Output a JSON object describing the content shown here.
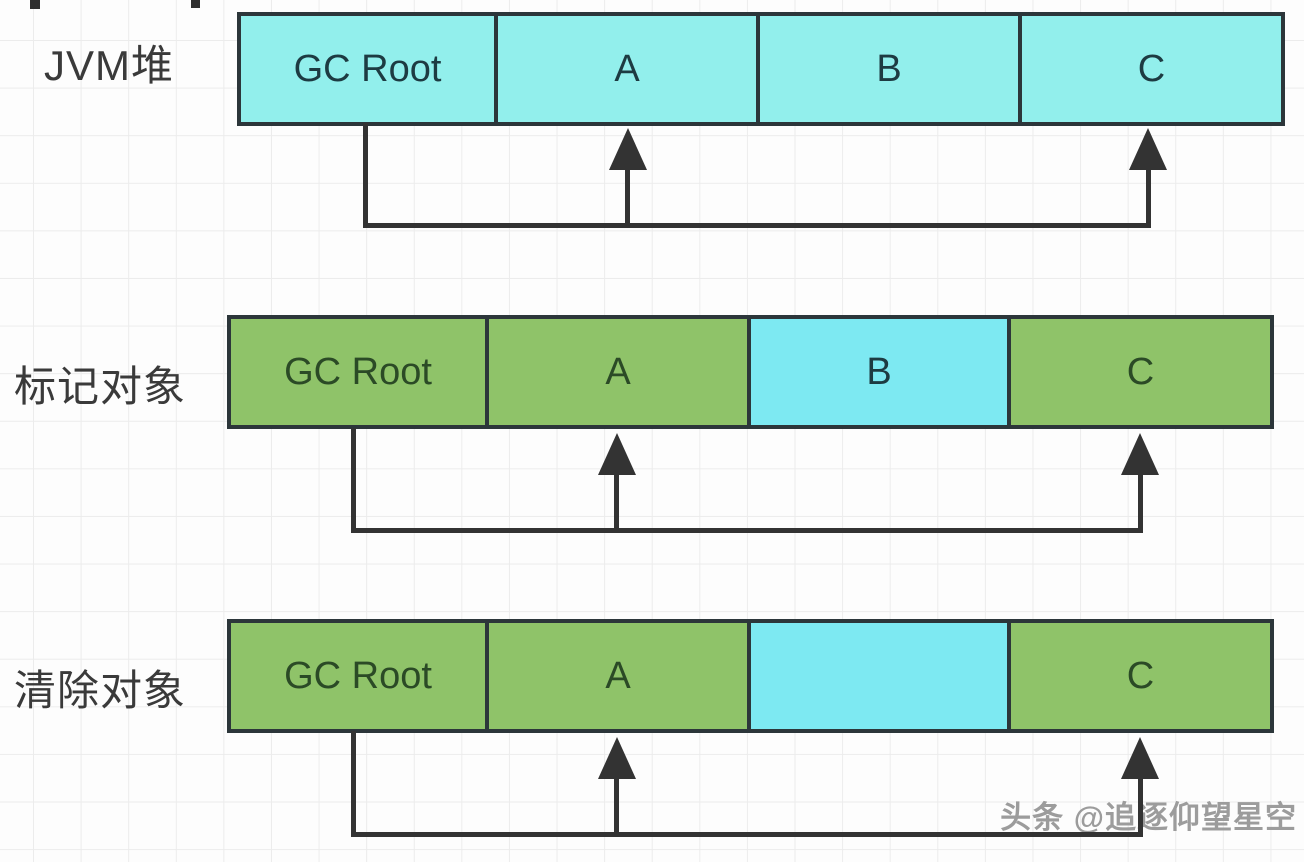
{
  "rows": [
    {
      "label": "JVM堆",
      "boxes": [
        {
          "label": "GC Root",
          "fill": "cyan"
        },
        {
          "label": "A",
          "fill": "cyan"
        },
        {
          "label": "B",
          "fill": "cyan"
        },
        {
          "label": "C",
          "fill": "cyan"
        }
      ],
      "pointers": [
        {
          "from": "GC Root",
          "to": "A"
        },
        {
          "from": "GC Root",
          "to": "C"
        }
      ]
    },
    {
      "label": "标记对象",
      "boxes": [
        {
          "label": "GC Root",
          "fill": "green"
        },
        {
          "label": "A",
          "fill": "green"
        },
        {
          "label": "B",
          "fill": "cyan-bright"
        },
        {
          "label": "C",
          "fill": "green"
        }
      ],
      "pointers": [
        {
          "from": "GC Root",
          "to": "A"
        },
        {
          "from": "GC Root",
          "to": "C"
        }
      ]
    },
    {
      "label": "清除对象",
      "boxes": [
        {
          "label": "GC Root",
          "fill": "green"
        },
        {
          "label": "A",
          "fill": "green"
        },
        {
          "label": "",
          "fill": "cyan-bright"
        },
        {
          "label": "C",
          "fill": "green"
        }
      ],
      "pointers": [
        {
          "from": "GC Root",
          "to": "A"
        },
        {
          "from": "GC Root",
          "to": "C"
        }
      ]
    }
  ],
  "watermark": {
    "text": "头条 @追逐仰望星空"
  },
  "colors": {
    "background": "#fdfdfd",
    "grid_line": "#ececec",
    "cyan": "#92efec",
    "cyan_bright": "#7de9f2",
    "green": "#8fc369",
    "border": "#2c363a",
    "arrow": "#333333",
    "label_text": "#3a3a3a",
    "box_text_cyan": "#1d3b42",
    "box_text_green": "#2b4a26",
    "watermark": "#9c9c9c"
  }
}
